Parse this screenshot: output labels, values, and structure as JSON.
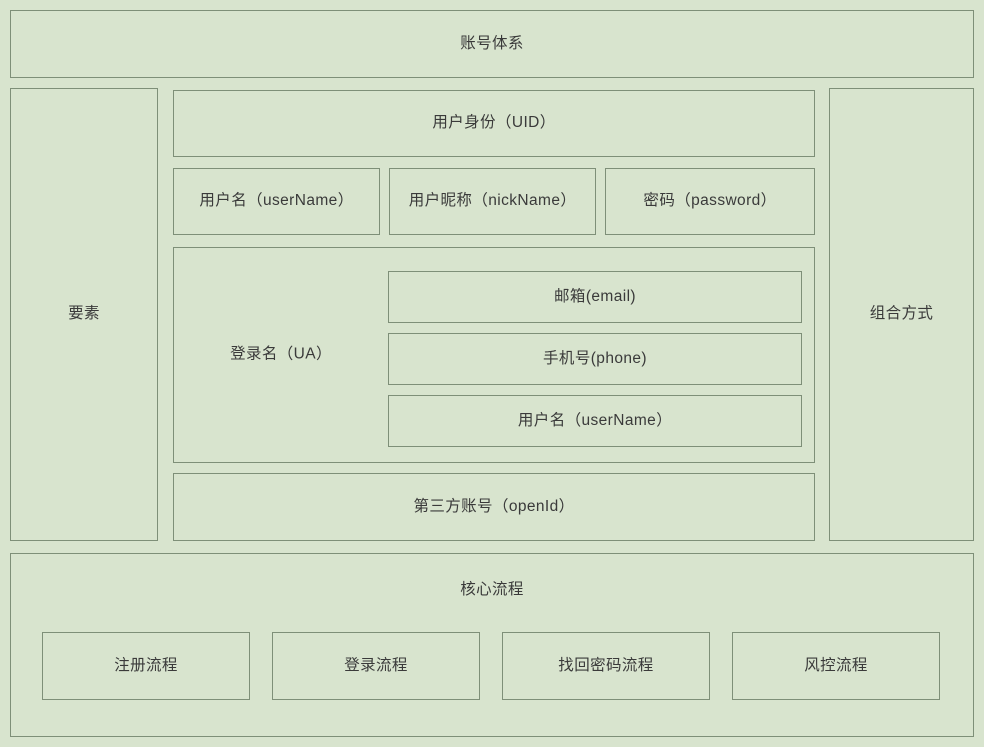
{
  "diagram": {
    "title": "账号体系",
    "colors": {
      "background": "#d8e4ce",
      "border": "#7e8f78",
      "text": "#3a3a3a"
    },
    "columns": {
      "left_label": "要素",
      "right_label": "组合方式"
    },
    "elements": {
      "uid": "用户身份（UID）",
      "row": [
        "用户名（userName）",
        "用户昵称（nickName）",
        "密码（password）"
      ],
      "ua": {
        "label": "登录名（UA）",
        "items": [
          "邮箱(email)",
          "手机号(phone)",
          "用户名（userName）"
        ]
      },
      "openid": "第三方账号（openId）"
    },
    "core_flow": {
      "title": "核心流程",
      "items": [
        "注册流程",
        "登录流程",
        "找回密码流程",
        "风控流程"
      ]
    }
  }
}
